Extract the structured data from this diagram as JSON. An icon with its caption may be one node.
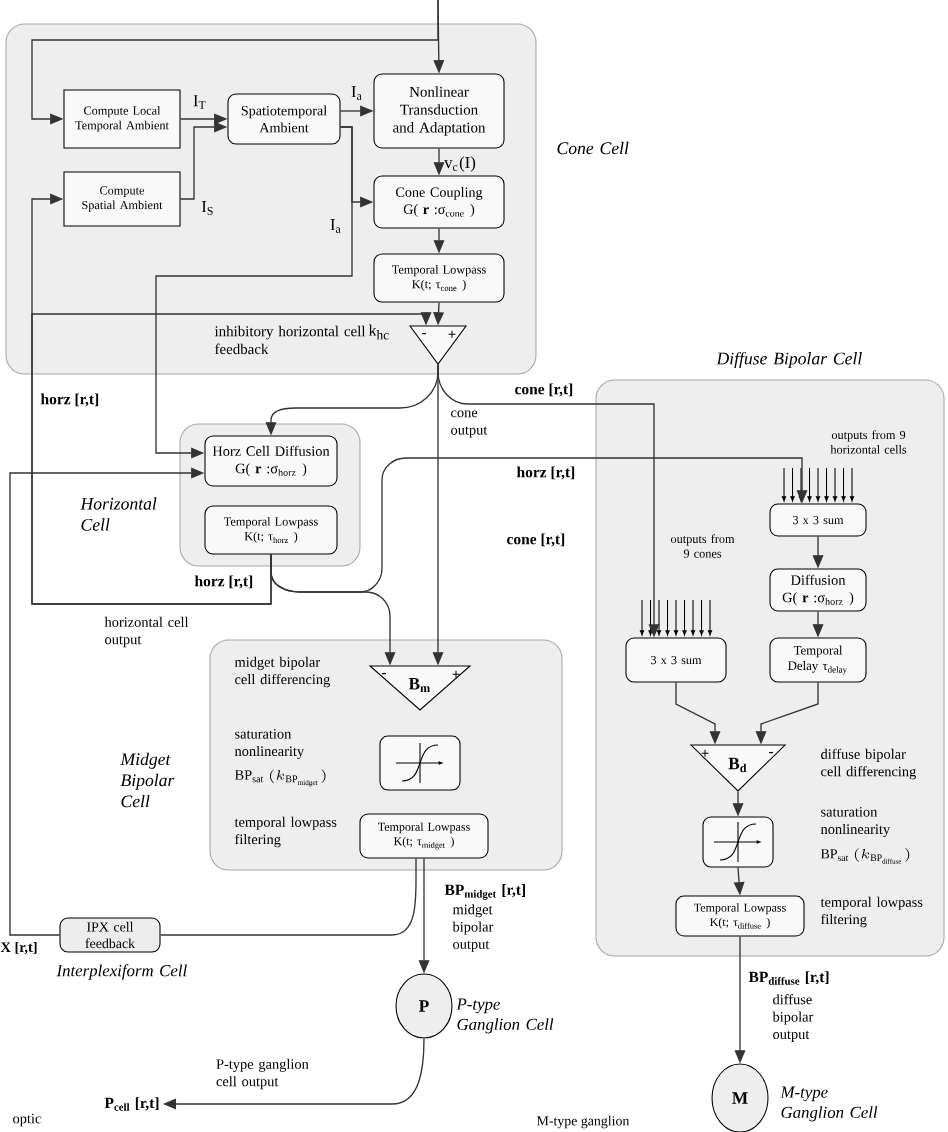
{
  "diagram": {
    "nodes": [
      {
        "text": [
          "Cone Cell"
        ]
      },
      {
        "text": [
          "Compute Local Temporal Ambient"
        ],
        "in": 0
      },
      {
        "text": [
          "Compute Spatial Ambient"
        ],
        "in": 0
      },
      {
        "text": [
          "Spatiotemporal Ambient"
        ],
        "in": 0
      },
      {
        "text": [
          "Nonlinear Transduction and Adaptation"
        ],
        "in": 0
      },
      {
        "text": [
          "Cone Coupling",
          "G( **r** :σ$_{cone}$ )"
        ],
        "in": 0
      },
      {
        "text": [
          "Temporal Lowpass",
          "K(t; τ$_{cone}$ )"
        ],
        "in": 0
      },
      {
        "text": [
          "-",
          "+"
        ],
        "in": 0
      },
      {
        "text": [
          "Horizontal Cell"
        ]
      },
      {
        "text": [
          "Horz Cell Diffusion",
          "G( **r** :σ$_{horz}$ )"
        ],
        "in": 8
      },
      {
        "text": [
          "Temporal Lowpass",
          "K(t; τ$_{horz}$ )"
        ],
        "in": 8
      },
      {
        "text": [
          "Midget Bipolar Cell"
        ]
      },
      {
        "text": [
          "-",
          "B$_{m}$",
          "+"
        ],
        "in": 11
      },
      {
        "text": [],
        "shape": "box",
        "in": 11
      },
      {
        "text": [
          "Temporal Lowpass",
          "K(t; τ$_{midget}$ )"
        ],
        "in": 11
      },
      {
        "text": [
          "IPX cell feedback"
        ],
        "beside": [
          "Interplexiform Cell"
        ]
      },
      {
        "text": [
          "P"
        ],
        "beside": [
          "P-type Ganglion Cell"
        ]
      },
      {
        "text": [
          "Diffuse Bipolar Cell"
        ]
      },
      {
        "text": [
          "3 x 3 sum"
        ],
        "in": 17
      },
      {
        "text": [
          "Diffusion",
          "G( **r** :σ$_{horz}$ )"
        ],
        "in": 17
      },
      {
        "text": [
          "Temporal Delay τ$_{delay}$"
        ],
        "in": 17
      },
      {
        "text": [
          "3 x 3 sum"
        ],
        "in": 17
      },
      {
        "text": [
          "+",
          "B$_{d}$",
          "-"
        ],
        "in": 17
      },
      {
        "text": [],
        "shape": "box",
        "in": 17
      },
      {
        "text": [
          "Temporal Lowpass",
          "K(t; τ$_{diffuse}$ )"
        ],
        "in": 17
      },
      {
        "text": [
          "M"
        ],
        "beside": [
          "M-type Ganglion Cell"
        ]
      },
      {
        "text": [
          "P$_{cell}$ [r,t]"
        ]
      }
    ],
    "edges": [
      {
        "from": null,
        "to": 4,
        "arrow": "to"
      },
      {
        "from": null,
        "to": 1,
        "arrow": "to"
      },
      {
        "from": 1,
        "to": 3,
        "arrow": "to",
        "label": "I$_{T}$"
      },
      {
        "from": 2,
        "to": 3,
        "arrow": "to",
        "label": "I$_{S}$"
      },
      {
        "from": 3,
        "to": 4,
        "arrow": "to",
        "label": "I$_{a}$"
      },
      {
        "from": 4,
        "to": 5,
        "arrow": "to",
        "label": "v$_{c}$(I)"
      },
      {
        "from": 3,
        "to": 5,
        "arrow": "to",
        "label": "I$_{a}$"
      },
      {
        "from": 3,
        "to": 9,
        "arrow": "to"
      },
      {
        "from": 5,
        "to": 6,
        "arrow": "to"
      },
      {
        "from": 6,
        "to": 7,
        "arrow": "to"
      },
      {
        "from": 7,
        "to": 21,
        "arrow": "to"
      },
      {
        "from": 7,
        "to": 9,
        "arrow": "to"
      },
      {
        "from": 7,
        "to": 12,
        "arrow": "to"
      },
      {
        "from": 10,
        "to": 2,
        "arrow": "to"
      },
      {
        "from": 10,
        "to": 7,
        "arrow": "to"
      },
      {
        "from": 10,
        "to": 12,
        "arrow": "to"
      },
      {
        "from": 10,
        "to": 18,
        "arrow": "to"
      },
      {
        "from": 15,
        "to": 9,
        "arrow": "to"
      },
      {
        "from": 14,
        "to": 15,
        "arrow": "none"
      },
      {
        "from": 14,
        "to": 16,
        "arrow": "to"
      },
      {
        "from": 16,
        "to": 26,
        "arrow": "to",
        "label": "P-type ganglion cell output"
      },
      {
        "from": 18,
        "to": 19,
        "arrow": "to"
      },
      {
        "from": 19,
        "to": 20,
        "arrow": "to"
      },
      {
        "from": 20,
        "to": 22,
        "arrow": "to"
      },
      {
        "from": 21,
        "to": 22,
        "arrow": "to"
      },
      {
        "from": 22,
        "to": 23,
        "arrow": "to"
      },
      {
        "from": 23,
        "to": 24,
        "arrow": "to"
      },
      {
        "from": 24,
        "to": 25,
        "arrow": "to"
      }
    ],
    "labels": [
      "inhibitory horizontal cell feedback",
      "k$_{hc}$",
      "cone [r,t]",
      "horz [r,t]",
      "cone output",
      "horz [r,t]",
      "outputs from 9 horizontal cells",
      "cone [r,t]",
      "outputs from 9 cones",
      "horz [r,t]",
      "horizontal cell output",
      "midget bipolar cell differencing",
      "saturation nonlinearity",
      "\\mathrm{BP}_{\\mathrm{sat}}\\,(k_{\\mathrm{BP}_{\\mathrm{midget}}})",
      "temporal lowpass filtering",
      "BP$_{midget}$ [r,t]",
      "midget bipolar output",
      "X [r,t]",
      "optic",
      "diffuse bipolar cell differencing",
      "saturation nonlinearity",
      "\\mathrm{BP}_{\\mathrm{sat}}\\,(k_{\\mathrm{BP}_{\\mathrm{diffuse}}})",
      "temporal lowpass filtering",
      "BP$_{diffuse}$ [r,t]",
      "diffuse bipolar output",
      "M-type ganglion"
    ]
  }
}
